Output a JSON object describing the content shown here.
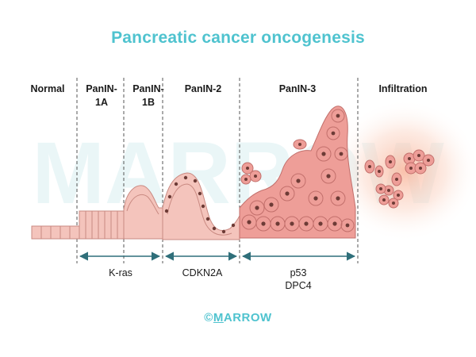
{
  "title": "Pancreatic cancer oncogenesis",
  "stages": [
    {
      "label": "Normal"
    },
    {
      "label": "PanIN-\n1A"
    },
    {
      "label": "PanIN-\n1B"
    },
    {
      "label": "PanIN-2"
    },
    {
      "label": "PanIN-3"
    },
    {
      "label": "Infiltration"
    }
  ],
  "genes": [
    {
      "label": "K-ras"
    },
    {
      "label": "CDKN2A"
    },
    {
      "label": "p53\nDPC4"
    }
  ],
  "watermark": "MARROW",
  "footer": {
    "copyright": "©",
    "brand_first": "M",
    "brand_rest": "ARROW"
  },
  "colors": {
    "title": "#4fc3cf",
    "cell_fill": "#f4c4bc",
    "cell_stroke": "#c98a82",
    "tumor_fill": "#ee9e98",
    "nucleus": "#6d3b36",
    "arrow": "#2f6f7a",
    "infiltration_glow": "#f9b69c"
  }
}
